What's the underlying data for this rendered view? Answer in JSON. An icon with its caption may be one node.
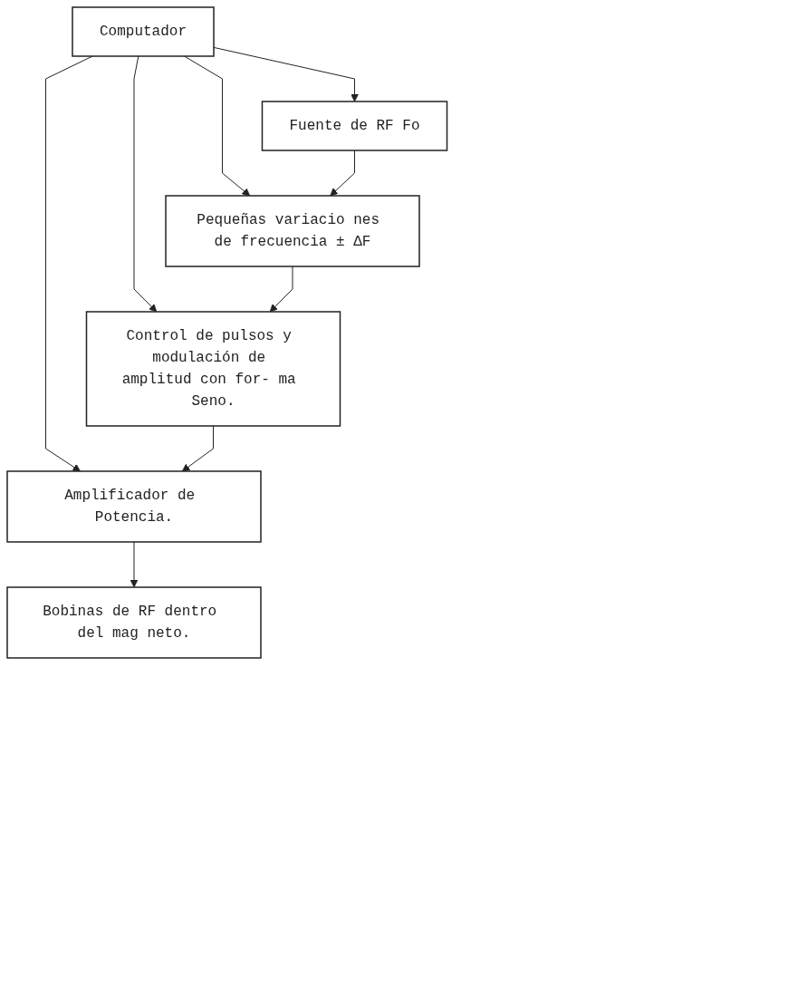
{
  "diagram": {
    "nodes": [
      {
        "text": [
          "Fuente de RF Fo"
        ]
      },
      {
        "text": [
          "Pequeñas variacio nes de frecuencia ± ΔF"
        ]
      },
      {
        "text": [
          "Computador"
        ]
      },
      {
        "text": [
          "Control de pulsos y modulación de amplitud con for- ma Seno."
        ]
      },
      {
        "text": [
          "Amplificador de Potencia."
        ]
      },
      {
        "text": [
          "Bobinas de RF dentro del mag neto."
        ]
      }
    ],
    "edges": [
      {
        "from": 2,
        "to": 0,
        "arrow": "to"
      },
      {
        "from": 2,
        "to": 1,
        "arrow": "to"
      },
      {
        "from": 2,
        "to": 3,
        "arrow": "to"
      },
      {
        "from": 2,
        "to": 4,
        "arrow": "to"
      },
      {
        "from": 0,
        "to": 1,
        "arrow": "to"
      },
      {
        "from": 1,
        "to": 3,
        "arrow": "to"
      },
      {
        "from": 3,
        "to": 4,
        "arrow": "to"
      },
      {
        "from": 4,
        "to": 5,
        "arrow": "to"
      }
    ]
  }
}
